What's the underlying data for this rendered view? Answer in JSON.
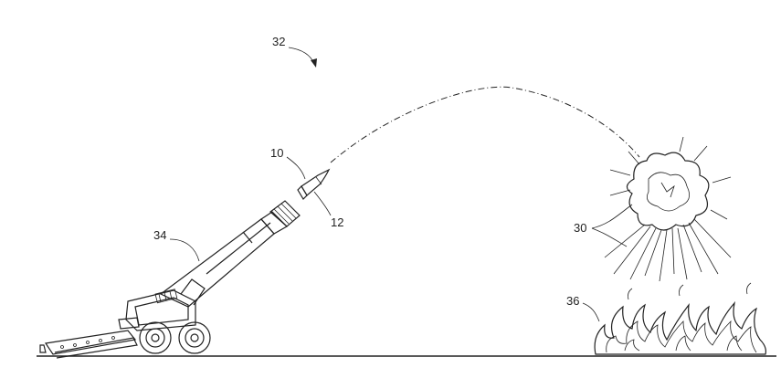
{
  "labels": {
    "system": "32",
    "projectile": "10",
    "projectile_part": "12",
    "cannon": "34",
    "explosion": "30",
    "fire": "36"
  }
}
